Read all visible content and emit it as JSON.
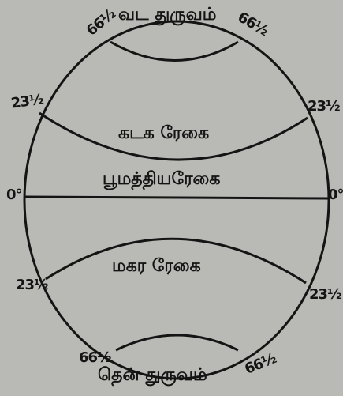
{
  "diagram": {
    "lines": {
      "north_pole": "வட துருவம்",
      "tropic_of_cancer": "கடக ரேகை",
      "equator": "பூமத்தியரேகை",
      "tropic_of_capricorn": "மகர ரேகை",
      "south_pole": "தென் துருவம்"
    },
    "degrees": {
      "arctic_left": "66½",
      "arctic_right": "66½",
      "cancer_left": "23½",
      "cancer_right": "23½",
      "equator_left": "0°",
      "equator_right": "0°",
      "capricorn_left": "23½",
      "capricorn_right": "23½",
      "antarctic_left": "66½",
      "antarctic_right": "66½"
    }
  },
  "colors": {
    "paper": "#b9b9b5",
    "ink": "#141414"
  }
}
